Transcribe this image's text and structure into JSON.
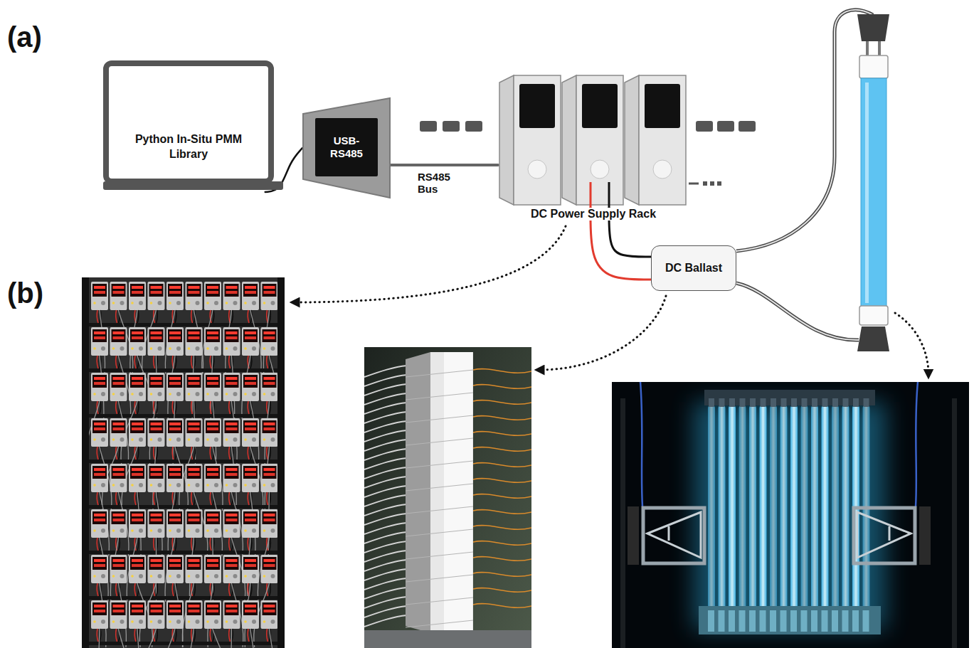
{
  "diagram": {
    "nodes": [
      {
        "text": [
          "Python In-Situ PMM Library"
        ]
      },
      {
        "text": [
          "USB- RS485"
        ]
      },
      {
        "text": [
          "DC Power Supply Rack"
        ]
      },
      {
        "text": [
          "DC Ballast"
        ]
      }
    ],
    "edges": [
      {
        "from": 0,
        "to": 1,
        "arrow": "none"
      },
      {
        "from": 1,
        "to": 2,
        "arrow": "none",
        "label": "RS485 Bus"
      },
      {
        "from": 2,
        "to": 3,
        "arrow": "none"
      },
      {
        "from": 2,
        "to": 3,
        "arrow": "none"
      }
    ],
    "labels": [
      "(a)",
      "(b)"
    ]
  }
}
